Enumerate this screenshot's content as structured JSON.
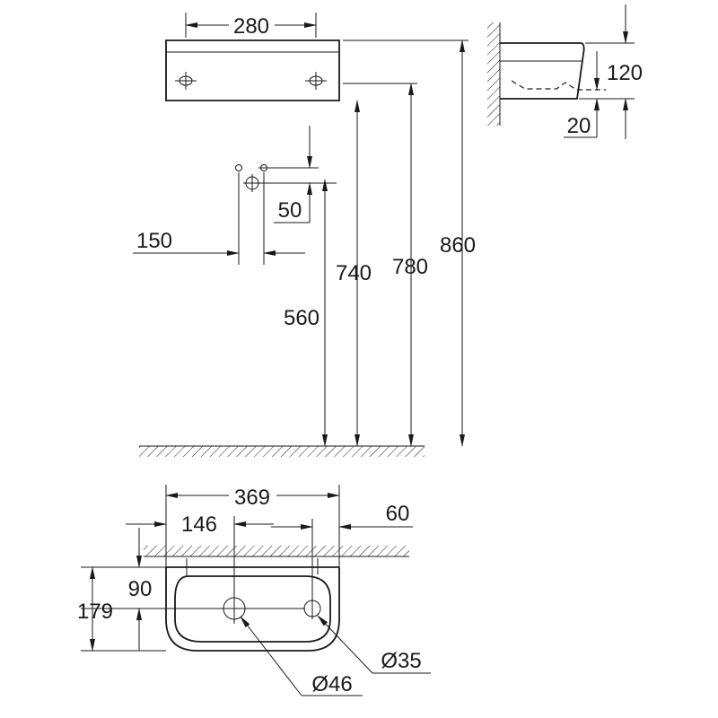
{
  "title": "Wall-mounted hand basin dimension drawing",
  "front_view": {
    "width_holes": "280"
  },
  "heights": {
    "h560": "560",
    "h740": "740",
    "h780": "780",
    "h860": "860"
  },
  "tap_holes": {
    "vertical": "50",
    "horizontal": "150"
  },
  "side_view": {
    "height": "120",
    "offset": "20"
  },
  "plan_view": {
    "width": "369",
    "hole_left": "146",
    "hole_right": "60",
    "depth": "179",
    "hole_depth": "90",
    "drain_diameter": "Ø46",
    "tap_diameter": "Ø35"
  },
  "colors": {
    "line": "#1a1a1a",
    "background": "#ffffff"
  }
}
